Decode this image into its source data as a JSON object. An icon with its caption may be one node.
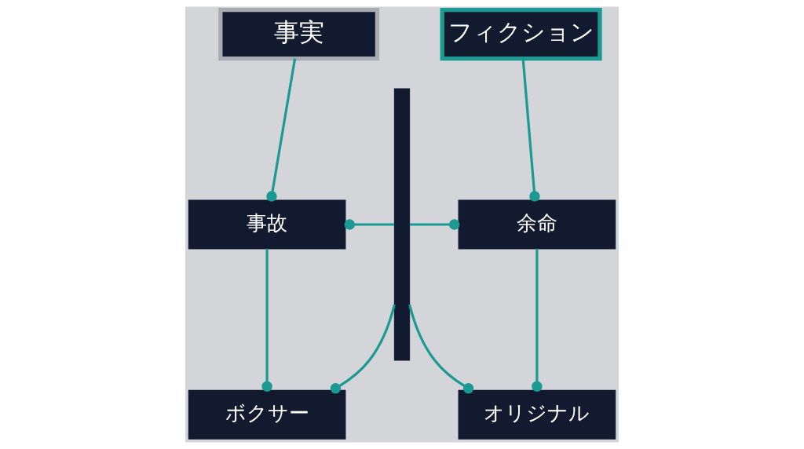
{
  "diagram": {
    "nodes": [
      {
        "text": [
          "事実"
        ]
      },
      {
        "text": [
          "事故"
        ]
      },
      {
        "text": [
          "ボクサー"
        ]
      },
      {
        "text": [
          "フィクション"
        ]
      },
      {
        "text": [
          "余命"
        ]
      },
      {
        "text": [
          "オリジナル"
        ]
      },
      {
        "text": [],
        "shape": "bar"
      }
    ],
    "edges": [
      {
        "from": 0,
        "to": 1,
        "arrow": "other"
      },
      {
        "from": 1,
        "to": 2,
        "arrow": "other"
      },
      {
        "from": 3,
        "to": 4,
        "arrow": "other"
      },
      {
        "from": 4,
        "to": 5,
        "arrow": "other"
      },
      {
        "from": 6,
        "to": 1,
        "arrow": "other"
      },
      {
        "from": 6,
        "to": 4,
        "arrow": "other"
      },
      {
        "from": 6,
        "to": 2,
        "arrow": "other"
      },
      {
        "from": 6,
        "to": 5,
        "arrow": "other"
      }
    ]
  }
}
